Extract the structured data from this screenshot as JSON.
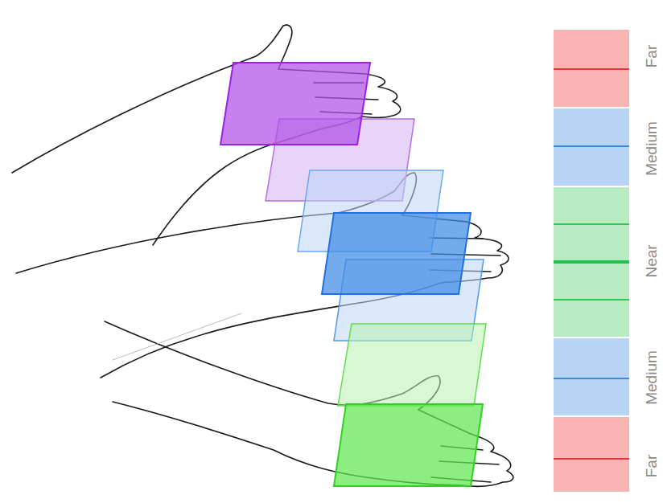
{
  "diagram": {
    "labels": [
      "Far",
      "Medium",
      "Near",
      "Medium",
      "Far"
    ]
  }
}
